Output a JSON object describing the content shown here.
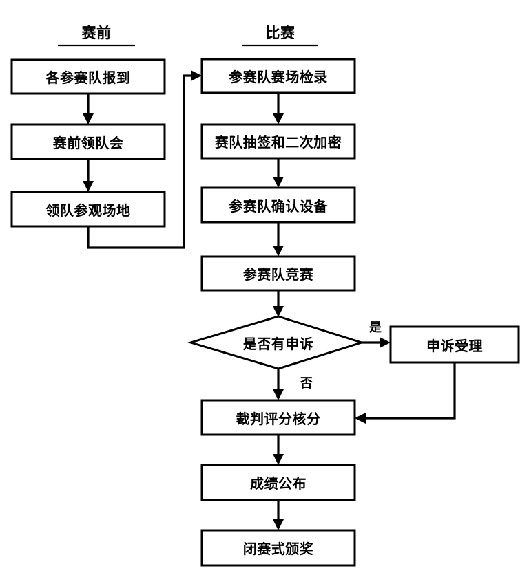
{
  "diagram": {
    "title_columns": [
      {
        "id": "pre-match",
        "label": "赛前"
      },
      {
        "id": "match",
        "label": "比赛"
      }
    ],
    "nodes": [
      {
        "id": "n1",
        "label": "各参赛队报到",
        "shape": "process"
      },
      {
        "id": "n2",
        "label": "赛前领队会",
        "shape": "process"
      },
      {
        "id": "n3",
        "label": "领队参观场地",
        "shape": "process"
      },
      {
        "id": "n4",
        "label": "参赛队赛场检录",
        "shape": "process"
      },
      {
        "id": "n5",
        "label": "赛队抽签和二次加密",
        "shape": "process"
      },
      {
        "id": "n6",
        "label": "参赛队确认设备",
        "shape": "process"
      },
      {
        "id": "n7",
        "label": "参赛队竞赛",
        "shape": "process"
      },
      {
        "id": "n8",
        "label": "是否有申诉",
        "shape": "decision"
      },
      {
        "id": "n9",
        "label": "申诉受理",
        "shape": "process"
      },
      {
        "id": "n10",
        "label": "裁判评分核分",
        "shape": "process"
      },
      {
        "id": "n11",
        "label": "成绩公布",
        "shape": "process"
      },
      {
        "id": "n12",
        "label": "闭赛式颁奖",
        "shape": "process"
      }
    ],
    "edge_labels": [
      {
        "id": "yes",
        "label": "是"
      },
      {
        "id": "no",
        "label": "否"
      }
    ],
    "colors": {
      "stroke": "#000000",
      "fill": "#ffffff",
      "text": "#000000"
    }
  }
}
